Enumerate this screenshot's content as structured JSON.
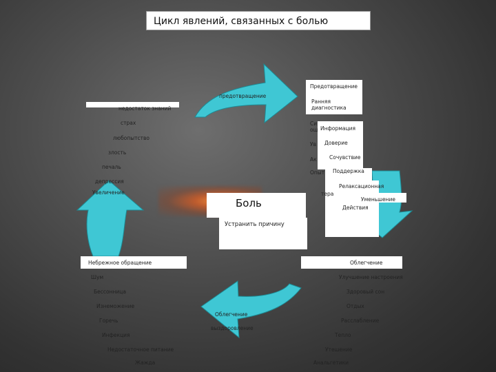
{
  "title": "Цикл явлений, связанных с болью",
  "center": {
    "label": "Боль",
    "action": "Устранить причину"
  },
  "arrow_labels": {
    "top": "предотвращение",
    "bottom_1": "Облегчение",
    "bottom_2": "выздоровление"
  },
  "left_list": [
    "недостаток знаний",
    "страх",
    "любопытство",
    "злость",
    "печаль",
    "депрессия",
    "Увеличение"
  ],
  "right_top": {
    "heading": "Предотвращение",
    "items": [
      "Ранняя",
      "диагностика",
      "Си",
      "ощ",
      "Ув",
      "Ак",
      "Опыт",
      "Релаксационная",
      "тера"
    ],
    "overlay": [
      "Информация",
      "Доверие",
      "Сочувствие",
      "Поддержка",
      "Уменьшение",
      "Действия"
    ]
  },
  "bottom_left": [
    "Небрежное обращение",
    "Шум",
    "Бессонница",
    "Изнеможение",
    "Горечь",
    "Инфекция",
    "Недостаточное питание",
    "Жажда"
  ],
  "bottom_right": [
    "Облегчение",
    "Улучшение настроения",
    "Здоровый сон",
    "Отдых",
    "Расслабление",
    "Тепло",
    "Утешение",
    "Анальгетики"
  ],
  "colors": {
    "arrow": "#3fc7d4",
    "box": "#ffffff",
    "text": "#222222"
  }
}
